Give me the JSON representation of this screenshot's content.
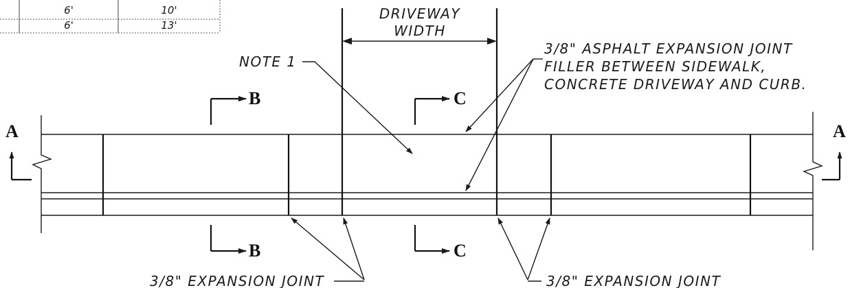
{
  "table": {
    "rows": [
      {
        "col1": "6'",
        "col2": "10'"
      },
      {
        "col1": "6'",
        "col2": "13'"
      }
    ]
  },
  "labels": {
    "driveway_line1": "DRIVEWAY",
    "driveway_line2": "WIDTH",
    "note": "NOTE 1",
    "asphalt_line1": "3/8\" ASPHALT EXPANSION JOINT",
    "asphalt_line2": "FILLER BETWEEN SIDEWALK,",
    "asphalt_line3": "CONCRETE DRIVEWAY AND CURB.",
    "expansion_left": "3/8\" EXPANSION JOINT",
    "expansion_right": "3/8\" EXPANSION JOINT"
  },
  "sections": {
    "a": "A",
    "b": "B",
    "c": "C"
  }
}
